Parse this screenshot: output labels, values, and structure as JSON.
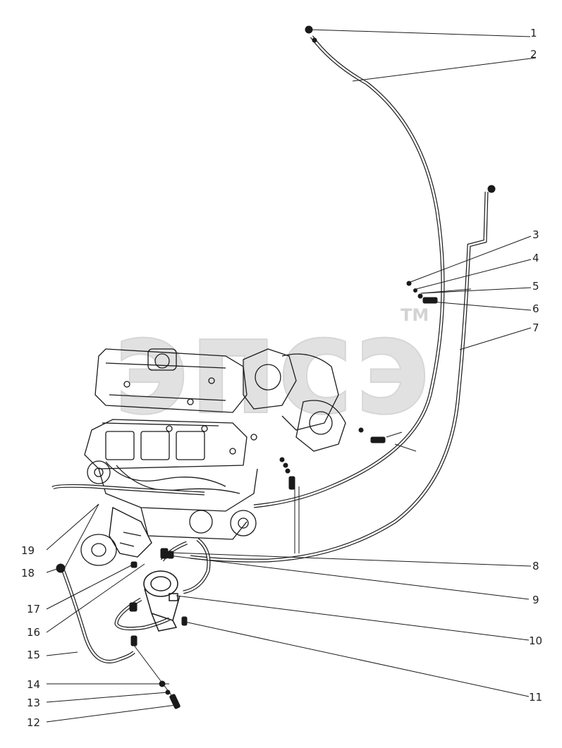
{
  "watermark": {
    "text": "эпсэ",
    "mark": "TM",
    "color": "#c9c9c9"
  },
  "line_color": "#1a1a1a",
  "callouts": [
    {
      "id": "1",
      "label": "1"
    },
    {
      "id": "2",
      "label": "2"
    },
    {
      "id": "3",
      "label": "3"
    },
    {
      "id": "4",
      "label": "4"
    },
    {
      "id": "5",
      "label": "5"
    },
    {
      "id": "6",
      "label": "6"
    },
    {
      "id": "7",
      "label": "7"
    },
    {
      "id": "8",
      "label": "8"
    },
    {
      "id": "9",
      "label": "9"
    },
    {
      "id": "10",
      "label": "10"
    },
    {
      "id": "11",
      "label": "11"
    },
    {
      "id": "12",
      "label": "12"
    },
    {
      "id": "13",
      "label": "13"
    },
    {
      "id": "14",
      "label": "14"
    },
    {
      "id": "15",
      "label": "15"
    },
    {
      "id": "16",
      "label": "16"
    },
    {
      "id": "17",
      "label": "17"
    },
    {
      "id": "18",
      "label": "18"
    },
    {
      "id": "19",
      "label": "19"
    }
  ]
}
